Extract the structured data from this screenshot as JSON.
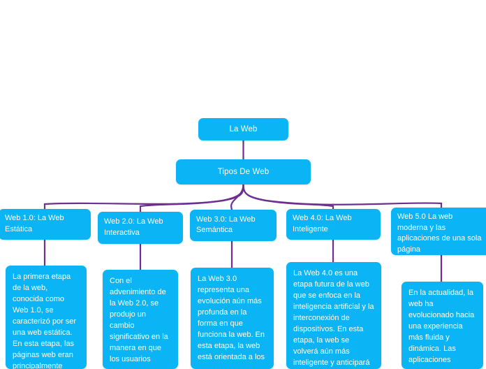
{
  "diagram": {
    "title": "La Web",
    "type": "mind-map",
    "colors": {
      "node_fill": "#0ab4f5",
      "node_text": "#ffffff",
      "connector": "#6d2f90",
      "background": "#ffffff"
    },
    "root": {
      "label": "La Web"
    },
    "trunk": {
      "label": "Tipos De Web"
    },
    "branches": [
      {
        "id": "web1",
        "label": "Web 1.0: La Web Estática",
        "description": "La primera etapa de la web, conocida como Web 1.0, se caracterizó por ser una web estática. En esta etapa, las páginas web eran principalmente"
      },
      {
        "id": "web2",
        "label": "Web 2.0: La Web Interactiva",
        "description": "Con el advenimiento de la Web 2.0, se produjo un cambio significativo en la manera en que los usuarios"
      },
      {
        "id": "web3",
        "label": "Web 3.0: La Web Semántica",
        "description": "La Web 3.0 representa una evolución aún más profunda en la forma en que funciona la web. En esta etapa, la web está orientada a los"
      },
      {
        "id": "web4",
        "label": "Web 4.0: La Web Inteligente",
        "description": "La Web 4.0 es una etapa futura de la web que se enfoca en la inteligencia artificial y la interconexión de dispositivos. En esta etapa, la web se volverá aún más inteligente y anticipará"
      },
      {
        "id": "web5",
        "label": "Web 5.0 La web moderna y las aplicaciones de una sola página",
        "description": "En la actualidad, la web ha evolucionado hacia una experiencia más fluida y dinámica. Las aplicaciones"
      }
    ]
  }
}
